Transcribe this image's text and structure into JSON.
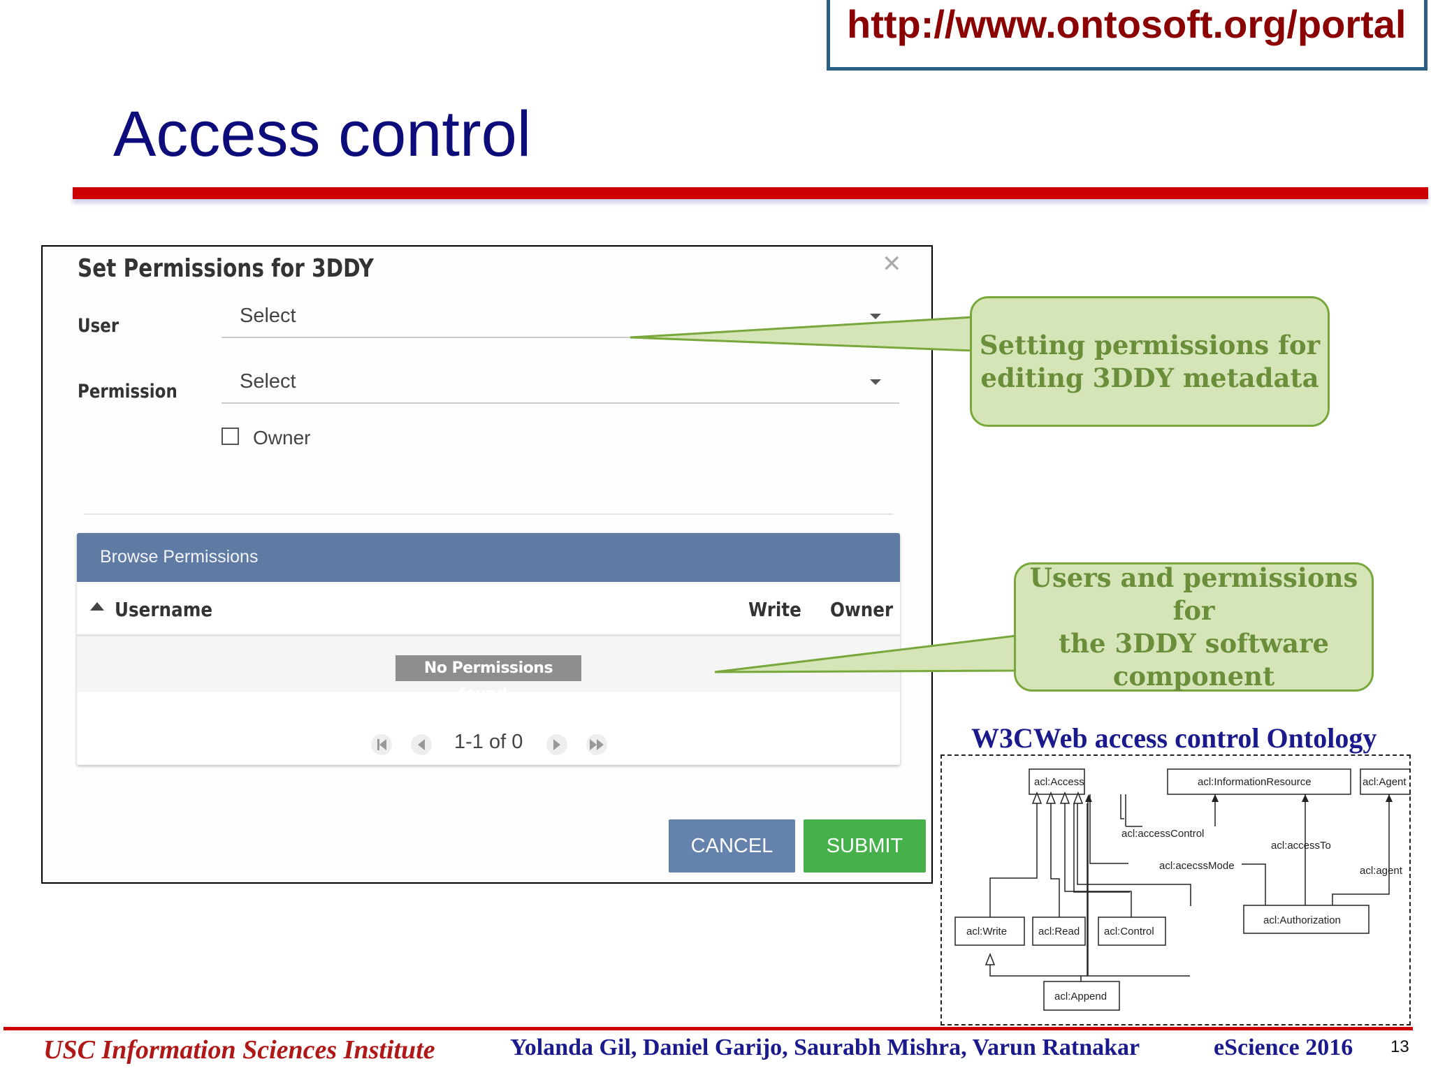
{
  "url": "http://www.ontosoft.org/portal",
  "slide_title": "Access control",
  "dialog": {
    "title": "Set Permissions for 3DDY",
    "close_icon": "close-icon",
    "user_label": "User",
    "user_select_value": "Select",
    "permission_label": "Permission",
    "permission_select_value": "Select",
    "owner_checkbox_label": "Owner",
    "browse": {
      "title": "Browse Permissions",
      "columns": [
        "Username",
        "Write",
        "Owner"
      ],
      "empty_message": "No Permissions found..",
      "pager_text": "1-1 of 0"
    },
    "cancel_label": "CANCEL",
    "submit_label": "SUBMIT"
  },
  "callouts": {
    "first_line1": "Setting permissions for",
    "first_line2": "editing 3DDY metadata",
    "second_line1": "Users and permissions for",
    "second_line2": "the 3DDY software",
    "second_line3": "component"
  },
  "ontology": {
    "title": "W3CWeb access control Ontology",
    "classes": {
      "access": "acl:Access",
      "information_resource": "acl:InformationResource",
      "agent": "acl:Agent",
      "write": "acl:Write",
      "read": "acl:Read",
      "control": "acl:Control",
      "authorization": "acl:Authorization",
      "append": "acl:Append"
    },
    "properties": {
      "access_control": "acl:accessControl",
      "access_to": "acl:accessTo",
      "access_mode": "acl:acecssMode",
      "agent": "acl:agent"
    }
  },
  "footer": {
    "institute": "USC Information Sciences Institute",
    "authors": "Yolanda Gil, Daniel Garijo, Saurabh Mishra, Varun Ratnakar",
    "event": "eScience 2016",
    "page_number": "13"
  },
  "colors": {
    "title_blue": "#0c0c7a",
    "rule_red": "#cc0000",
    "panel_header": "#5f7ba3",
    "cancel_button": "#6482ab",
    "submit_button": "#46b14b",
    "callout_fill": "#d6e5b8",
    "callout_text": "#6b8e3a"
  }
}
